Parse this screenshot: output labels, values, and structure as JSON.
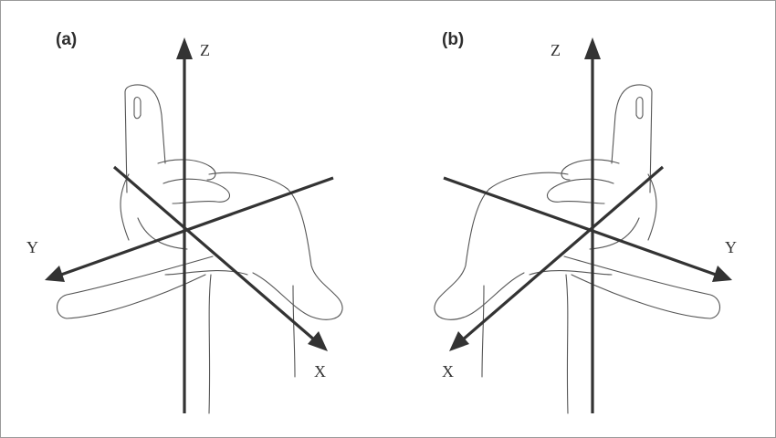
{
  "panels": [
    {
      "label": "(a)",
      "axes": {
        "z": "Z",
        "y": "Y",
        "x": "X"
      }
    },
    {
      "label": "(b)",
      "axes": {
        "z": "Z",
        "y": "Y",
        "x": "X"
      }
    }
  ],
  "colors": {
    "axis": "#333333",
    "hand_outline": "#555555",
    "border": "#9a9a9a"
  }
}
